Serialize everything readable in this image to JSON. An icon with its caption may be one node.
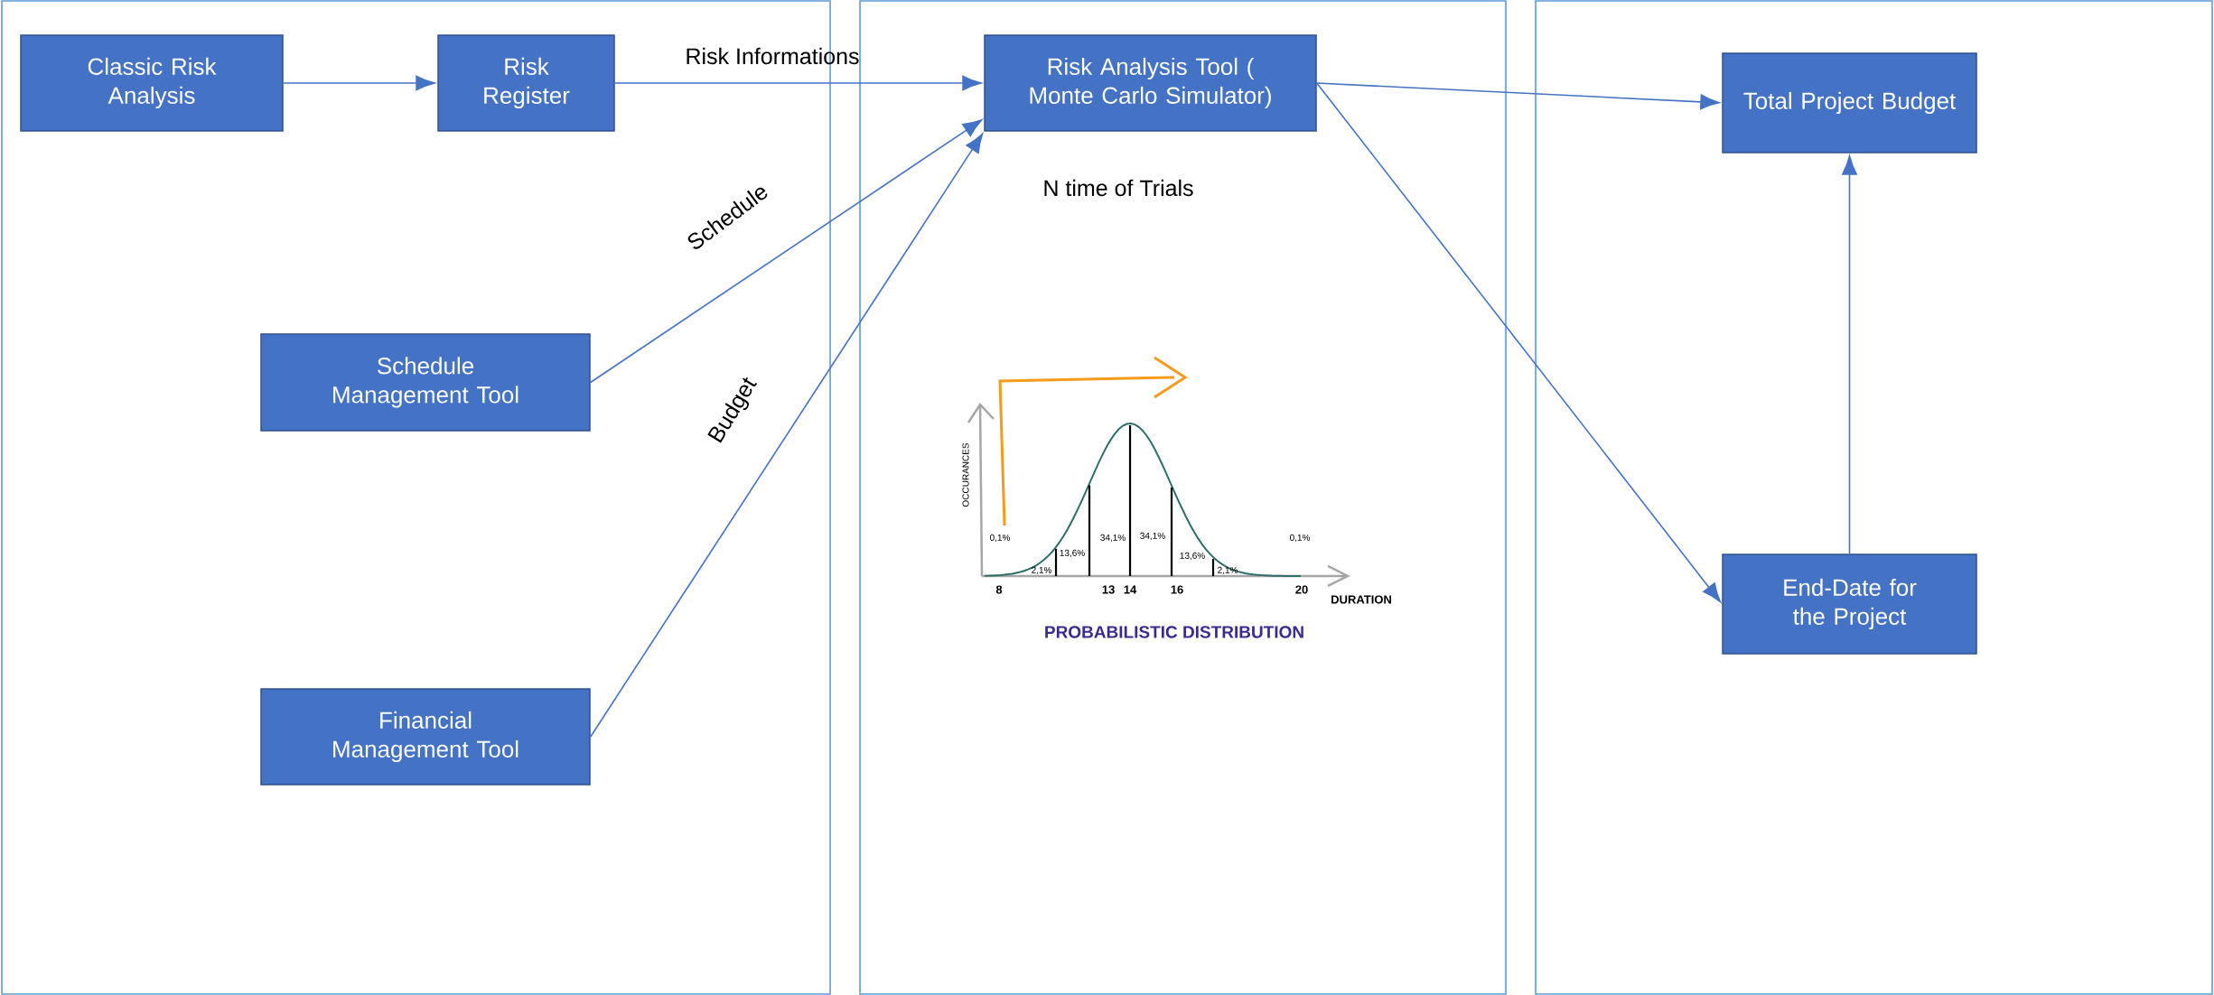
{
  "diagram": {
    "nodes": [
      {
        "text": [
          "Classic Risk Analysis"
        ]
      },
      {
        "text": [
          "Risk Register"
        ]
      },
      {
        "text": [
          "Risk Analysis Tool ( Monte Carlo Simulator)"
        ]
      },
      {
        "text": [
          "Total Project Budget"
        ]
      },
      {
        "text": [
          "Schedule Management Tool"
        ]
      },
      {
        "text": [
          "Financial Management Tool"
        ]
      },
      {
        "text": [
          "End-Date for the Project"
        ]
      }
    ],
    "edges": [
      {
        "from": 0,
        "to": 1,
        "arrow": "to"
      },
      {
        "from": 1,
        "to": 2,
        "arrow": "to",
        "label": "Risk Informations"
      },
      {
        "from": 4,
        "to": 2,
        "arrow": "to",
        "label": "Schedule"
      },
      {
        "from": 5,
        "to": 2,
        "arrow": "to",
        "label": "Budget"
      },
      {
        "from": 2,
        "to": 3,
        "arrow": "to"
      },
      {
        "from": 2,
        "to": 6,
        "arrow": "to"
      },
      {
        "from": 6,
        "to": 3,
        "arrow": "to"
      }
    ],
    "labels": [
      "N time of Trials",
      "OCCURANCES",
      "0,1%",
      "2,1%",
      "13,6%",
      "34,1%",
      "34,1%",
      "13,6%",
      "2,1%",
      "0,1%",
      "8",
      "13",
      "14",
      "16",
      "20",
      "DURATION",
      "PROBABILISTIC DISTRIBUTION"
    ]
  }
}
